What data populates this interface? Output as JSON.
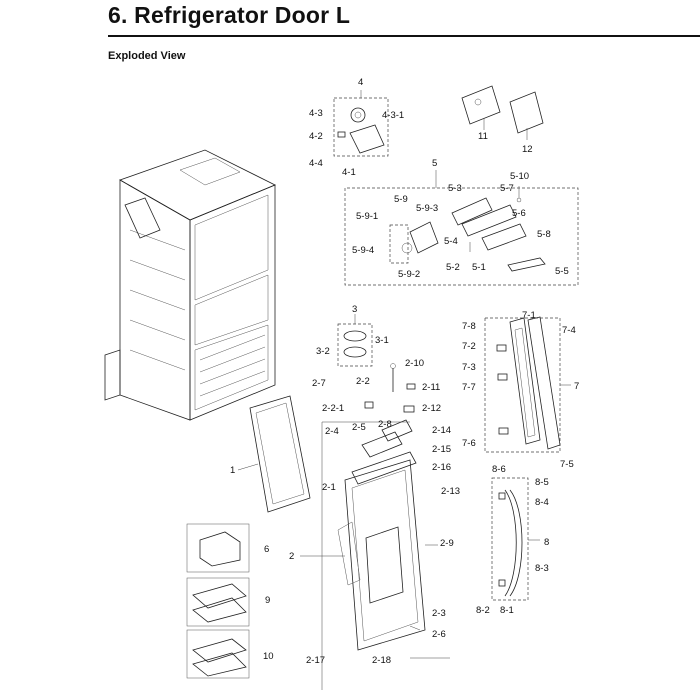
{
  "header": {
    "title": "6.  Refrigerator Door L",
    "section": "Exploded View"
  },
  "callouts": {
    "p4": "4",
    "p4_3": "4-3",
    "p4_3_1": "4-3-1",
    "p4_2": "4-2",
    "p4_4": "4-4",
    "p4_1": "4-1",
    "p11": "11",
    "p12": "12",
    "p5": "5",
    "p5_10": "5-10",
    "p5_3": "5-3",
    "p5_7": "5-7",
    "p5_9": "5-9",
    "p5_9_3": "5-9-3",
    "p5_9_1": "5-9-1",
    "p5_6": "5-6",
    "p5_8": "5-8",
    "p5_4": "5-4",
    "p5_9_4": "5-9-4",
    "p5_2": "5-2",
    "p5_1": "5-1",
    "p5_9_2": "5-9-2",
    "p5_5": "5-5",
    "p3": "3",
    "p3_1": "3-1",
    "p3_2": "3-2",
    "p7_1": "7-1",
    "p7_8": "7-8",
    "p7_4": "7-4",
    "p7_2": "7-2",
    "p7_3": "7-3",
    "p7_7": "7-7",
    "p7": "7",
    "p7_6": "7-6",
    "p7_5": "7-5",
    "p2_10": "2-10",
    "p2_7": "2-7",
    "p2_2": "2-2",
    "p2_11": "2-11",
    "p2_2_1": "2-2-1",
    "p2_12": "2-12",
    "p2_4": "2-4",
    "p2_5": "2-5",
    "p2_8": "2-8",
    "p2_14": "2-14",
    "p2_15": "2-15",
    "p2_16": "2-16",
    "p2_1": "2-1",
    "p2_13": "2-13",
    "p1": "1",
    "p2": "2",
    "p2_9": "2-9",
    "p2_3": "2-3",
    "p2_6": "2-6",
    "p2_17": "2-17",
    "p2_18": "2-18",
    "p8_6": "8-6",
    "p8_5": "8-5",
    "p8_4": "8-4",
    "p8": "8",
    "p8_3": "8-3",
    "p8_2": "8-2",
    "p8_1": "8-1",
    "p6": "6",
    "p9": "9",
    "p10": "10"
  }
}
